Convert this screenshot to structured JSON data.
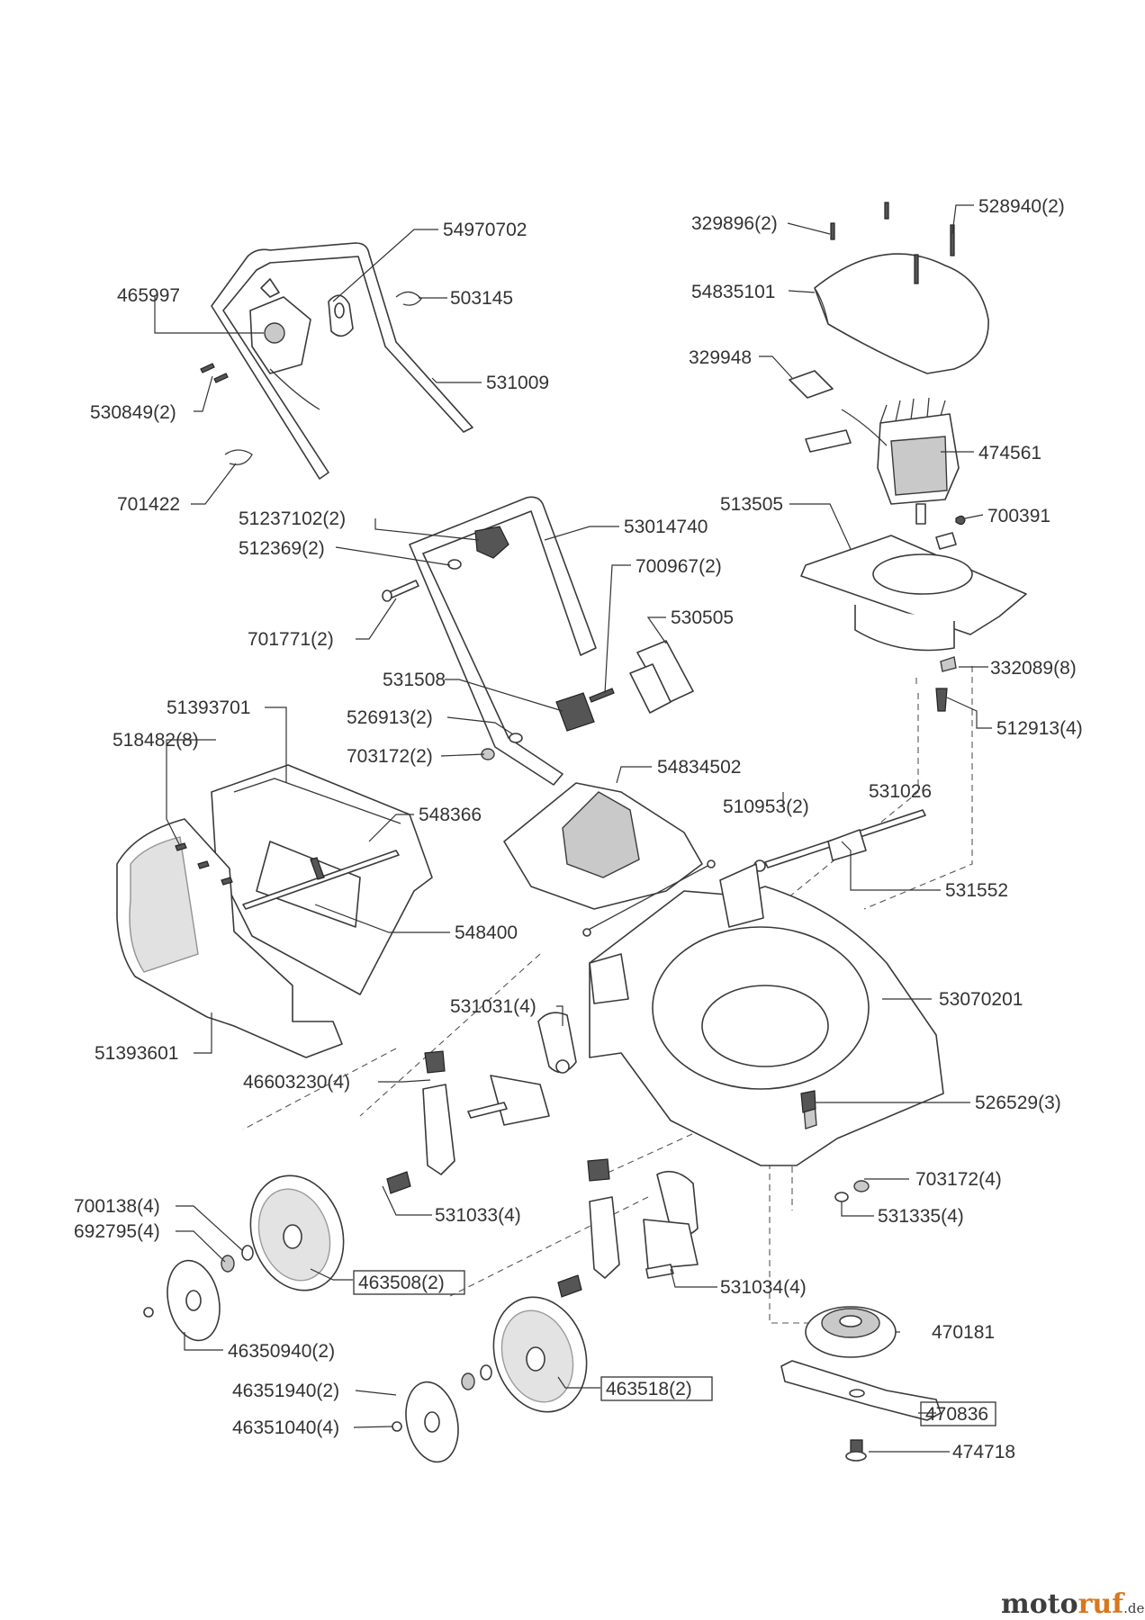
{
  "diagram": {
    "labels": {
      "p54970702": "54970702",
      "p465997": "465997",
      "p503145": "503145",
      "p531009": "531009",
      "p530849": "530849(2)",
      "p701422": "701422",
      "p329896": "329896(2)",
      "p528940": "528940(2)",
      "p54835101": "54835101",
      "p329948": "329948",
      "p474561": "474561",
      "p513505": "513505",
      "p700391": "700391",
      "p332089": "332089(8)",
      "p512913": "512913(4)",
      "p51237102": "51237102(2)",
      "p512369": "512369(2)",
      "p53014740": "53014740",
      "p700967": "700967(2)",
      "p701771": "701771(2)",
      "p530505": "530505",
      "p531508": "531508",
      "p526913": "526913(2)",
      "p703172a": "703172(2)",
      "p51393701": "51393701",
      "p518482": "518482(8)",
      "p548366": "548366",
      "p548400": "548400",
      "p51393601": "51393601",
      "p54834502": "54834502",
      "p510953": "510953(2)",
      "p531026": "531026",
      "p531552": "531552",
      "p53070201": "53070201",
      "p531031": "531031(4)",
      "p46603230": "46603230(4)",
      "p526529": "526529(3)",
      "p703172b": "703172(4)",
      "p531335": "531335(4)",
      "p700138": "700138(4)",
      "p692795": "692795(4)",
      "p531033": "531033(4)",
      "p463508": "463508(2)",
      "p531034": "531034(4)",
      "p46350940": "46350940(2)",
      "p470181": "470181",
      "p46351940": "46351940(2)",
      "p463518": "463518(2)",
      "p470836": "470836",
      "p46351040": "46351040(4)",
      "p474718": "474718"
    }
  },
  "watermark": {
    "part1": "moto",
    "part2": "ruf",
    "part3": ".de",
    "color_dark": "#3d3d3d",
    "color_accent": "#d8781e"
  }
}
